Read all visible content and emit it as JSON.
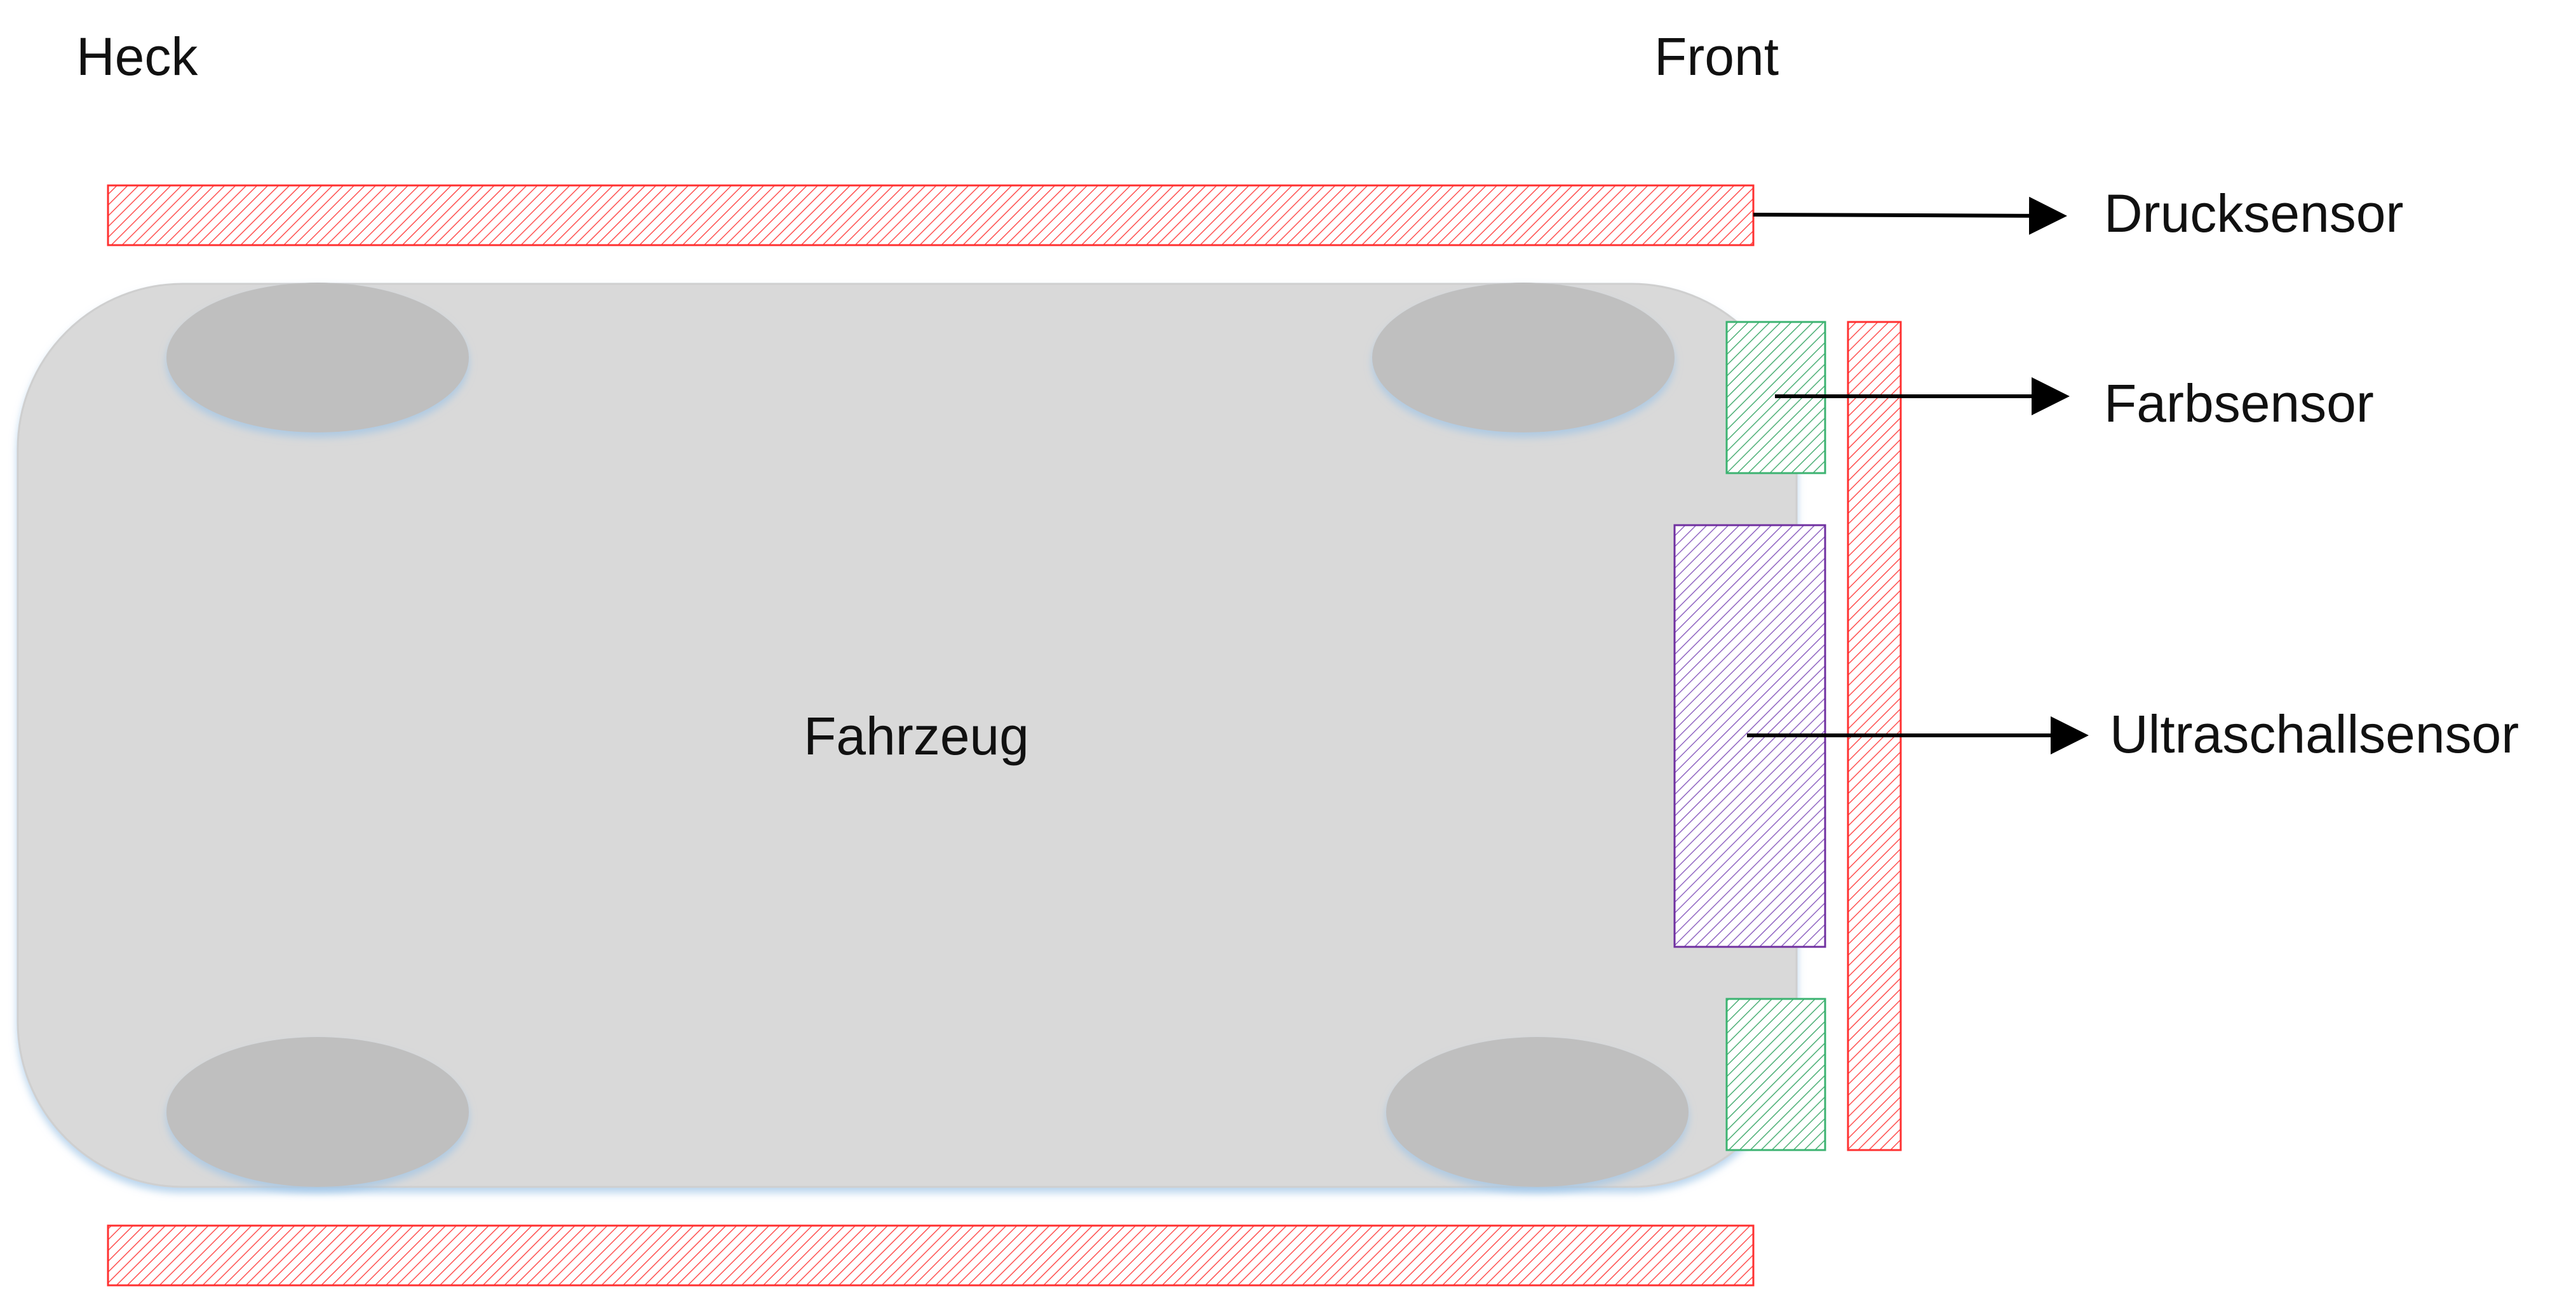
{
  "labels": {
    "rear": "Heck",
    "front": "Front",
    "vehicle": "Fahrzeug",
    "pressure_sensor": "Drucksensor",
    "color_sensor": "Farbsensor",
    "ultrasonic_sensor": "Ultraschallsensor"
  },
  "colors": {
    "vehicle_body": "#d9d9d9",
    "wheel": "#bfbfbf",
    "shadow": "#bdd7ee",
    "pressure_sensor": "#ff4040",
    "color_sensor": "#3cb371",
    "ultrasonic_sensor": "#7030a0",
    "arrow": "#000000"
  }
}
